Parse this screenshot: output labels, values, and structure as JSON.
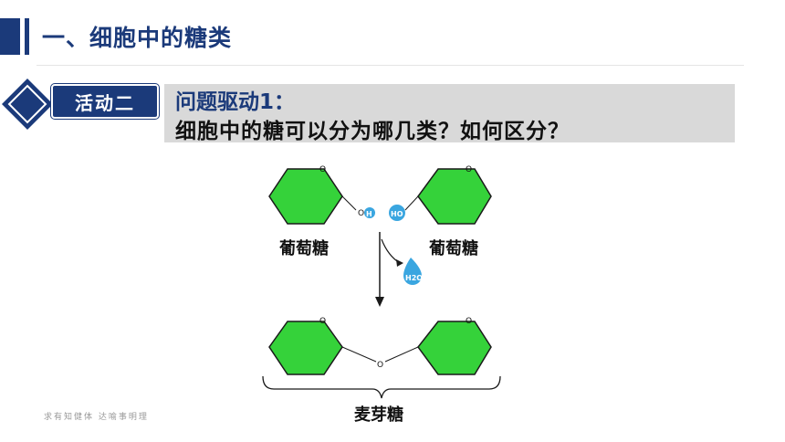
{
  "page": {
    "title": "一、细胞中的糖类"
  },
  "badge": {
    "label": "活动二"
  },
  "question": {
    "title": "问题驱动1：",
    "text": "细胞中的糖可以分为哪几类？如何区分？"
  },
  "diagram": {
    "label_left": "葡萄糖",
    "label_right": "葡萄糖",
    "label_bottom": "麦芽糖",
    "ring_atom": "O",
    "left_group": "H",
    "right_group": "HO",
    "water_label": "H2O",
    "link_atom": "O",
    "colors": {
      "ring_fill": "#35d23a",
      "ring_stroke": "#1a1a1a",
      "ion_fill": "#3aa6e0",
      "accent": "#1b3a7a"
    }
  },
  "footer": {
    "watermark": "求有知健体  达喻事明理"
  }
}
